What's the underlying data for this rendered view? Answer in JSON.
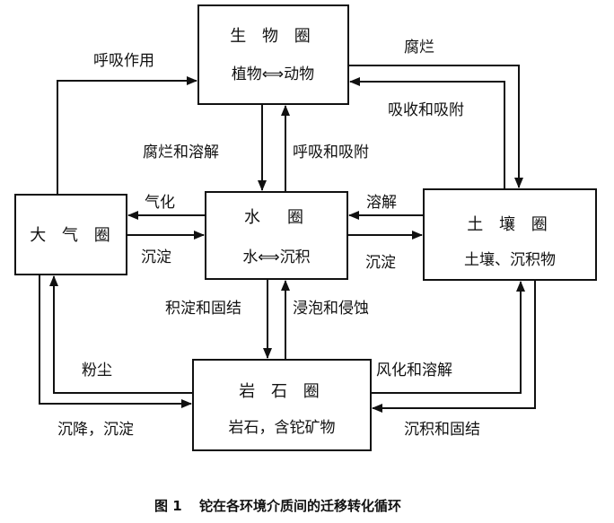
{
  "boxes": {
    "biosphere": {
      "title": "生 物 圈",
      "content": "植物⟺动物"
    },
    "hydrosphere": {
      "title": "水　圈",
      "content": "水⟺沉积"
    },
    "atmosphere": {
      "title": "大 气 圈"
    },
    "pedosphere": {
      "title": "土 壤 圈",
      "content": "土壤、沉积物"
    },
    "lithosphere": {
      "title": "岩 石 圈",
      "content": "岩石，含铊矿物"
    }
  },
  "arrows": {
    "respiration": "呼吸作用",
    "decay_top": "腐烂",
    "absorption_adsorption": "吸收和吸附",
    "decay_dissolution": "腐烂和溶解",
    "respiration_adsorption": "呼吸和吸附",
    "vaporization": "气化",
    "sedimentation_left": "沉淀",
    "dissolution": "溶解",
    "sedimentation_right": "沉淀",
    "precipitation_consolidation": "积淀和固结",
    "leaching_erosion": "浸泡和侵蚀",
    "dust": "粉尘",
    "weathering_dissolution": "风化和溶解",
    "settling_sedimentation": "沉降，沉淀",
    "deposition_consolidation": "沉积和固结"
  },
  "caption": {
    "number": "图 1",
    "text": "铊在各环境介质间的迁移转化循环"
  }
}
